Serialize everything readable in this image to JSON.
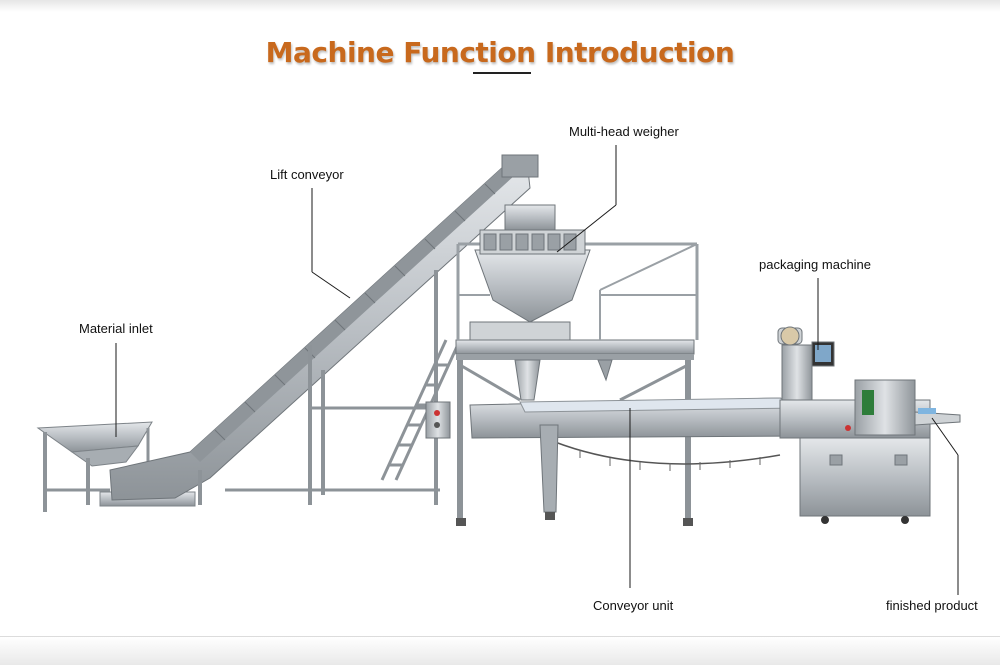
{
  "title": "Machine Function Introduction",
  "colors": {
    "title": "#c8691d",
    "steel": "#b9bec3",
    "steel_dark": "#7d8388",
    "leader": "#1a1a1a"
  },
  "labels": {
    "multi_head_weigher": "Multi-head weigher",
    "lift_conveyor": "Lift conveyor",
    "packaging_machine": "packaging machine",
    "material_inlet": "Material inlet",
    "conveyor_unit": "Conveyor unit",
    "finished_product": "finished product"
  }
}
